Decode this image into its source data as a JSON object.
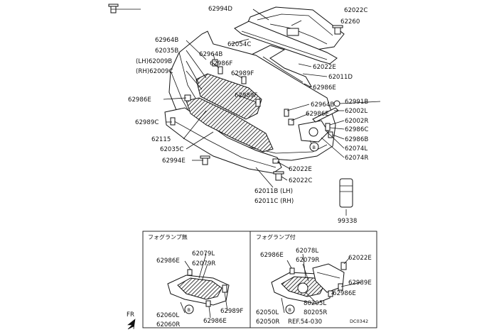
{
  "colors": {
    "line": "#111111",
    "background": "#ffffff"
  },
  "main_labels": {
    "l62994D": "62994D",
    "l62022C_top": "62022C",
    "l62260": "62260",
    "l62964B_1": "62964B",
    "l62035B": "62035B",
    "l_LH_62009B": "(LH)62009B",
    "l_RH_62009C": "(RH)62009C",
    "l62054C": "62054C",
    "l62964B_2": "62964B",
    "l62986F": "62986F",
    "l62989F_1": "62989F",
    "l62022E_1": "62022E",
    "l62011D": "62011D",
    "l62986E_r": "62986E",
    "l62986E_l": "62986E",
    "l62989F_2": "62989F",
    "l62991B": "62991B",
    "l62964B_3": "62964B",
    "l62002L": "62002L",
    "l62986E_m": "62986E",
    "l62002R": "62002R",
    "l62989C": "62989C",
    "l62986C": "62986C",
    "l62986B": "62986B",
    "l62115": "62115",
    "l62074L": "62074L",
    "l62035C": "62035C",
    "l62074R": "62074R",
    "l62994E": "62994E",
    "l62022E_2": "62022E",
    "l62022C_bot": "62022C",
    "l62011B_LH": "62011B (LH)",
    "l62011C_RH": "62011C (RH)",
    "l99338": "99338",
    "callout_B": "B"
  },
  "inset_left": {
    "title": "フォグランプ無",
    "l62986E": "62986E",
    "l62079L": "62079L",
    "l62079R": "62079R",
    "l62060L": "62060L",
    "l62060R": "62060R",
    "l62989F": "62989F",
    "l62986E_b": "62986E",
    "callout_B": "B"
  },
  "inset_right": {
    "title": "フォグランプ付",
    "l62986E": "62986E",
    "l62078L": "62078L",
    "l62079R": "62079R",
    "l62022E": "62022E",
    "l62989E": "62989E",
    "l62986E_b": "62986E",
    "l80205L": "80205L",
    "l80205R": "80205R",
    "l62050L": "62050L",
    "l62050R": "62050R",
    "ref": "REF.54-030",
    "callout_B": "B"
  },
  "front_label": "FR",
  "drawing_code": "DC0342"
}
